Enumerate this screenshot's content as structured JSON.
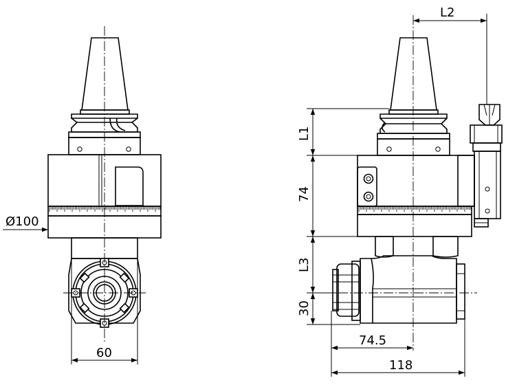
{
  "dimensions": {
    "diameter": "Ø100",
    "width_front": "60",
    "l1": "L1",
    "h74": "74",
    "l3": "L3",
    "h30": "30",
    "w745": "74.5",
    "w118": "118",
    "l2": "L2"
  }
}
